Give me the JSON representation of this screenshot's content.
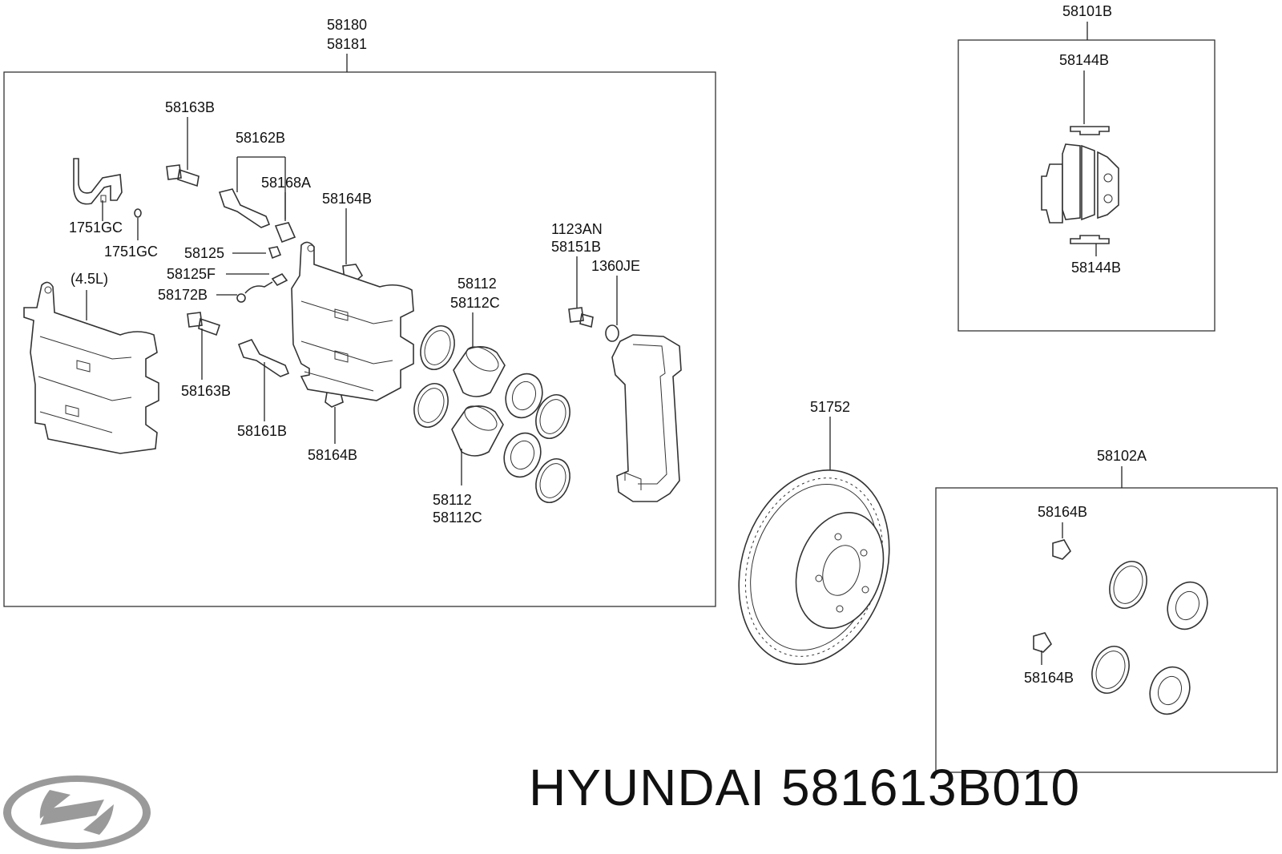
{
  "labels": {
    "l58180": "58180",
    "l58181": "58181",
    "l58101B": "58101B",
    "l58144B_top": "58144B",
    "l58144B_bottom": "58144B",
    "l58163B_top": "58163B",
    "l58162B": "58162B",
    "l58168A": "58168A",
    "l58164B_top": "58164B",
    "l1751GC_a": "1751GC",
    "l1751GC_b": "1751GC",
    "l58125": "58125",
    "l58125F": "58125F",
    "l58172B": "58172B",
    "l45L": "(4.5L)",
    "l58163B_bottom": "58163B",
    "l58161B": "58161B",
    "l58164B_bottom": "58164B",
    "l58112_top": "58112",
    "l58112C_top": "58112C",
    "l58112_bottom": "58112",
    "l58112C_bottom": "58112C",
    "l1123AN": "1123AN",
    "l58151B": "58151B",
    "l1360JE": "1360JE",
    "l51752": "51752",
    "l58102A": "58102A",
    "l58164B_kit_top": "58164B",
    "l58164B_kit_bottom": "58164B"
  },
  "brand": {
    "name": "HYUNDAI",
    "part_number": "581613B010",
    "logo": "hyundai-logo"
  }
}
